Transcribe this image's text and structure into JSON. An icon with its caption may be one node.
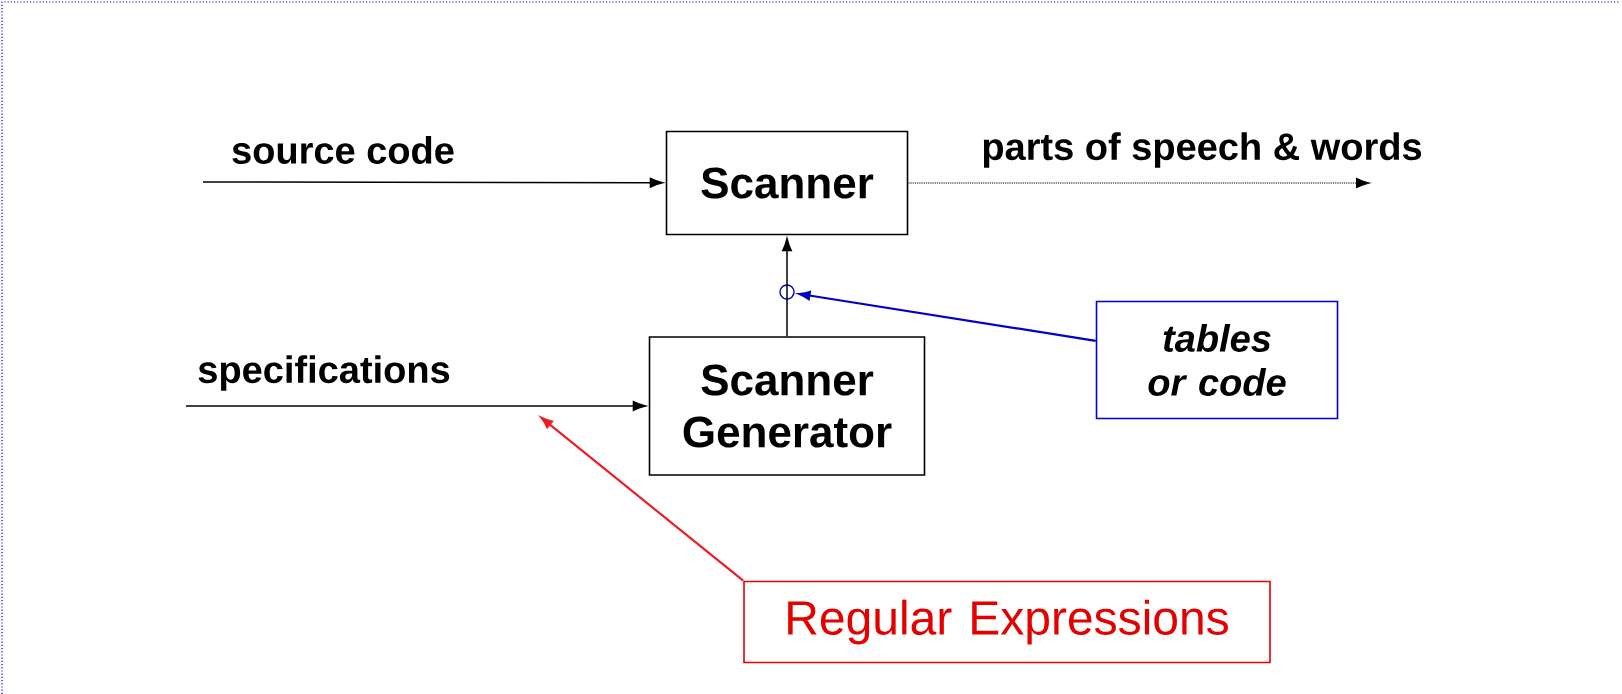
{
  "diagram": {
    "nodes": [
      {
        "text": [
          "Scanner"
        ]
      },
      {
        "text": [
          "Scanner Generator"
        ]
      },
      {
        "text": [
          "tables or code"
        ]
      },
      {
        "text": [
          "Regular Expressions"
        ]
      },
      {
        "text": [],
        "shape": "circle"
      }
    ],
    "edges": [
      {
        "from": null,
        "to": 0,
        "arrow": "to",
        "label": "source code"
      },
      {
        "from": 0,
        "to": null,
        "arrow": "to",
        "label": "parts of speech & words",
        "style": "dashed"
      },
      {
        "from": null,
        "to": 1,
        "arrow": "to",
        "label": "specifications"
      },
      {
        "from": 1,
        "to": 0,
        "arrow": "to"
      },
      {
        "from": 2,
        "to": 4,
        "arrow": "to",
        "color": "#0000cc"
      },
      {
        "from": 3,
        "to": null,
        "arrow": "to",
        "color": "#ee1c24"
      }
    ]
  }
}
